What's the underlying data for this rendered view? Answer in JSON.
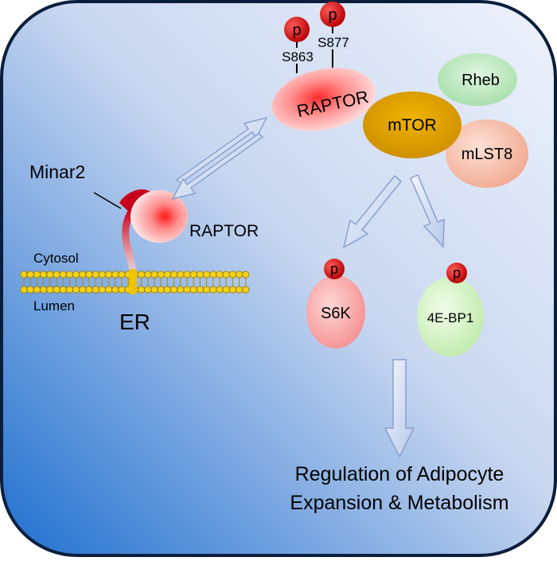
{
  "labels": {
    "raptor_complex": "RAPTOR",
    "mtor": "mTOR",
    "rheb": "Rheb",
    "mlst8": "mLST8",
    "phospho_site_1": "S863",
    "phospho_site_2": "S877",
    "minar2": "Minar2",
    "raptor_bound": "RAPTOR",
    "cytosol": "Cytosol",
    "lumen": "Lumen",
    "er": "ER",
    "s6k": "S6K",
    "fourebp1": "4E-BP1",
    "phospho": "p",
    "outcome_line1": "Regulation of Adipocyte",
    "outcome_line2": "Expansion & Metabolism"
  },
  "colors": {
    "panel_top": "#e6ecf8",
    "panel_bottom": "#1f6fcf",
    "phospho_red": "#d90000",
    "membrane_yellow": "#f2d21b",
    "mtor_gold": "#d89a00",
    "rheb_green": "#b6e8b9",
    "mlst8_peach": "#f5b9a6",
    "s6k_pink": "#f6a4a4",
    "fourebp1_green": "#d4f5c4",
    "minar2_red": "#c8001c"
  }
}
